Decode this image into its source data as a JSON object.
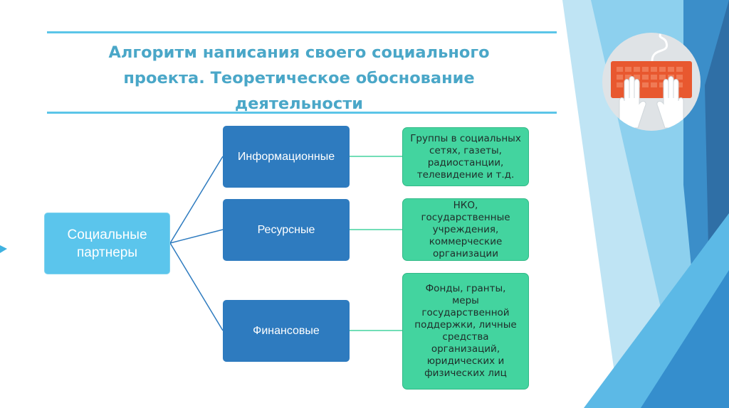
{
  "title": {
    "line1": "Алгоритм написания своего социального",
    "line2": "проекта. Теоретическое обоснование",
    "line3": "деятельности"
  },
  "diagram": {
    "root": {
      "line1": "Социальные",
      "line2": "партнеры"
    },
    "branches": [
      {
        "label": "Информационные",
        "detail": [
          "Группы в социальных",
          "сетях, газеты,",
          "радиостанции,",
          "телевидение и т.д."
        ]
      },
      {
        "label": "Ресурсные",
        "detail": [
          "НКО,",
          "государственные",
          "учреждения,",
          "коммерческие",
          "организации"
        ]
      },
      {
        "label": "Финансовые",
        "detail": [
          "Фонды, гранты,",
          "меры",
          "государственной",
          "поддержки, личные",
          "средства",
          "организаций,",
          "юридических и",
          "физических лиц"
        ]
      }
    ]
  },
  "colors": {
    "title": "#4aa7c8",
    "rule": "#5bc5e8",
    "root_box": "#5bc5ec",
    "mid_box": "#2e7bbf",
    "leaf_box": "#43d49f",
    "keyboard": "#e8582f"
  },
  "icons": {
    "decor": "keyboard-hands-icon"
  }
}
